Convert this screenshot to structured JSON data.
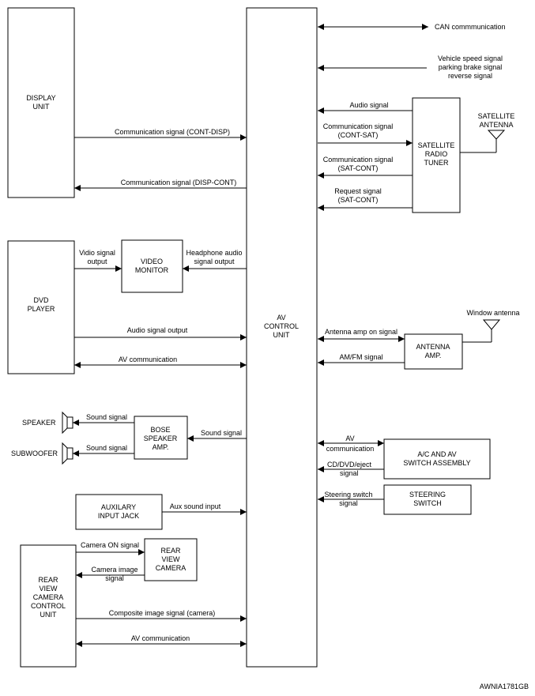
{
  "units": {
    "av_control": [
      "AV",
      "CONTROL",
      "UNIT"
    ],
    "display": [
      "DISPLAY",
      "UNIT"
    ],
    "dvd": [
      "DVD",
      "PLAYER"
    ],
    "video_monitor": [
      "VIDEO",
      "MONITOR"
    ],
    "bose_amp": [
      "BOSE",
      "SPEAKER",
      "AMP."
    ],
    "aux_jack": [
      "AUXILARY",
      "INPUT JACK"
    ],
    "rear_camera": [
      "REAR",
      "VIEW",
      "CAMERA"
    ],
    "rear_camera_cu": [
      "REAR",
      "VIEW",
      "CAMERA",
      "CONTROL",
      "UNIT"
    ],
    "satellite_tuner": [
      "SATELLITE",
      "RADIO",
      "TUNER"
    ],
    "antenna_amp": [
      "ANTENNA",
      "AMP."
    ],
    "ac_av_switch": [
      "A/C AND AV",
      "SWITCH ASSEMBLY"
    ],
    "steering_switch": [
      "STEERING",
      "SWITCH"
    ],
    "speaker": "SPEAKER",
    "subwoofer": "SUBWOOFER",
    "satellite_antenna": [
      "SATELLITE",
      "ANTENNA"
    ],
    "window_antenna": "Window antenna"
  },
  "signals": {
    "can": "CAN commmunication",
    "vehicle": [
      "Vehicle speed signal",
      "parking brake signal",
      "reverse signal"
    ],
    "cont_disp": "Communication signal (CONT-DISP)",
    "disp_cont": "Communication signal (DISP-CONT)",
    "sat_audio": "Audio signal",
    "cont_sat": [
      "Communication signal",
      "(CONT-SAT)"
    ],
    "sat_cont": [
      "Communication signal",
      "(SAT-CONT)"
    ],
    "request": [
      "Request signal",
      "(SAT-CONT)"
    ],
    "vidio": [
      "Vidio signal",
      "output"
    ],
    "headphone": [
      "Headphone audio",
      "signal output"
    ],
    "dvd_audio": "Audio signal output",
    "dvd_av_comm": "AV communication",
    "antenna_on": "Antenna amp on signal",
    "amfm": "AM/FM signal",
    "sound_speaker": "Sound signal",
    "sound_sub": "Sound signal",
    "sound_bose": "Sound signal",
    "av_comm_switch": [
      "AV",
      "communication"
    ],
    "cddvd": [
      "CD/DVD/eject",
      "signal"
    ],
    "steering": [
      "Steering switch",
      "signal"
    ],
    "aux_sound": "Aux sound input",
    "camera_on": "Camera ON signal",
    "camera_image": [
      "Camera image",
      "signal"
    ],
    "composite": "Composite image signal (camera)",
    "cam_av_comm": "AV communication"
  },
  "figure_id": "AWNIA1781GB"
}
